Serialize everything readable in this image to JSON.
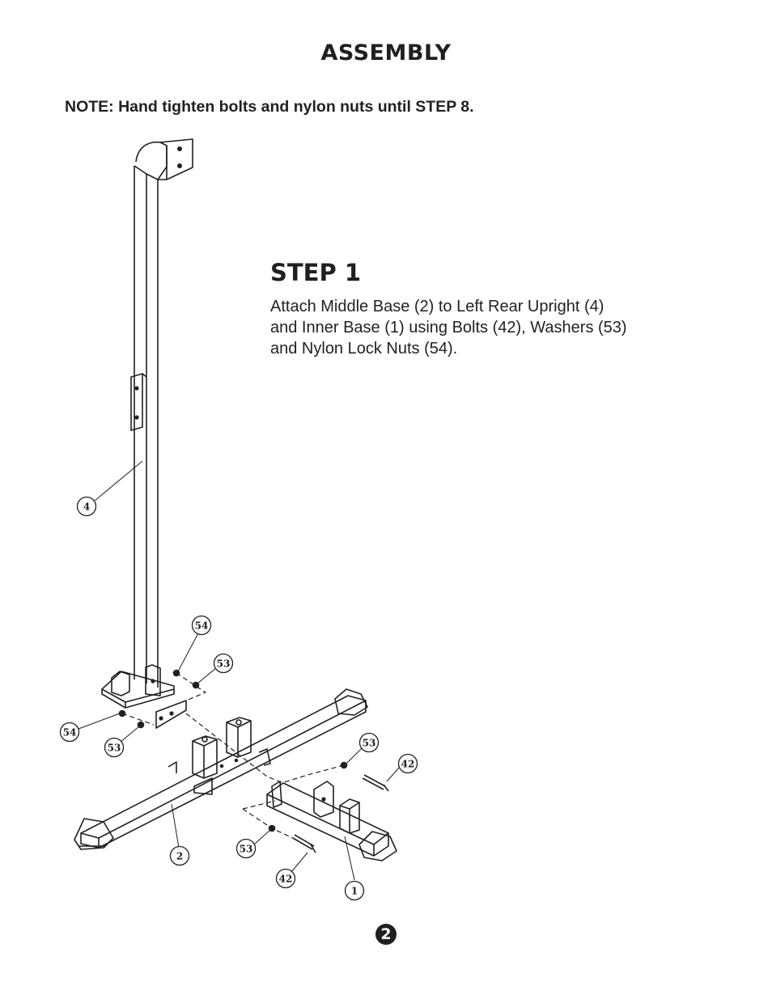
{
  "header": {
    "title": "ASSEMBLY"
  },
  "note": "NOTE:  Hand tighten bolts and nylon nuts until STEP 8.",
  "step": {
    "title": "STEP 1",
    "lines": [
      "Attach Middle Base (2) to Left Rear Upright (4)",
      "and Inner Base (1) using Bolts (42), Washers (53)",
      "and Nylon Lock Nuts (54)."
    ]
  },
  "callouts": {
    "c4": "4",
    "c54a": "54",
    "c53a": "53",
    "c54b": "54",
    "c53b": "53",
    "c53c": "53",
    "c42a": "42",
    "c2": "2",
    "c53d": "53",
    "c42b": "42",
    "c1": "1"
  },
  "page_number": "2"
}
